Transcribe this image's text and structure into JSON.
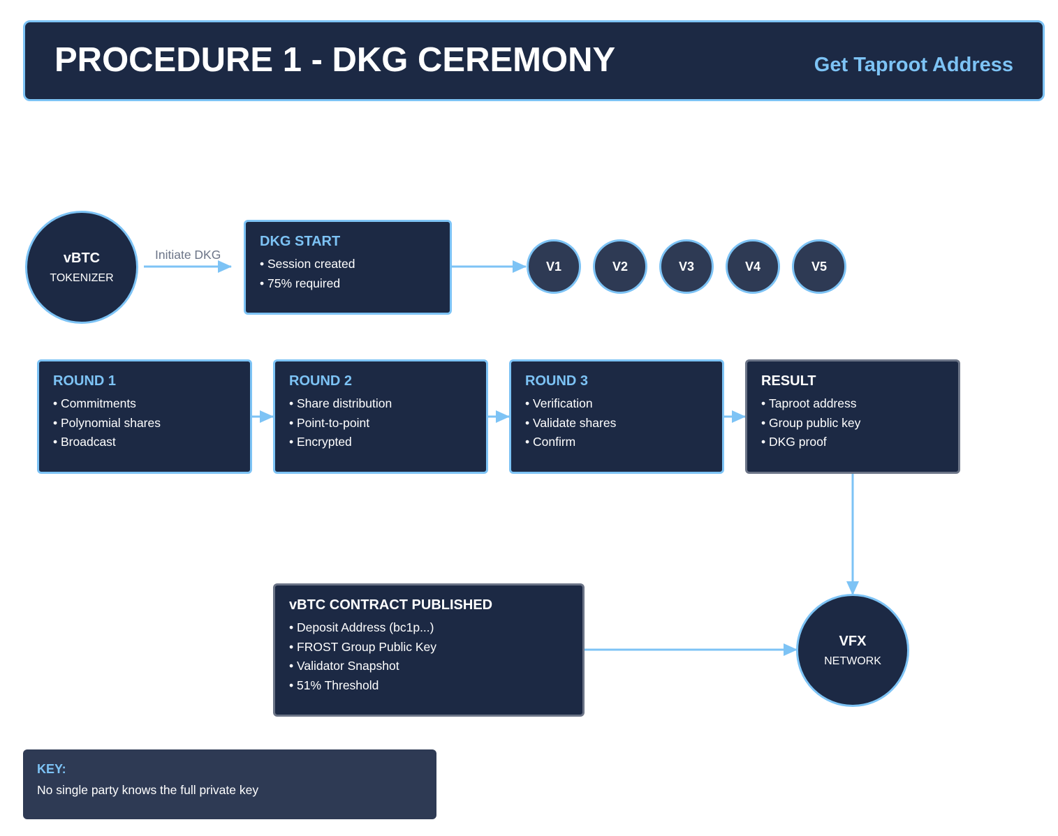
{
  "header": {
    "title": "PROCEDURE 1 - DKG CEREMONY",
    "subtitle": "Get Taproot Address"
  },
  "nodes": {
    "tokenizer": {
      "title": "vBTC",
      "subtitle": "TOKENIZER"
    },
    "network": {
      "title": "VFX",
      "subtitle": "NETWORK"
    },
    "validators": [
      "V1",
      "V2",
      "V3",
      "V4",
      "V5"
    ]
  },
  "edges": {
    "initiate_label": "Initiate DKG"
  },
  "boxes": {
    "dkg_start": {
      "title": "DKG START",
      "items": [
        "Session created",
        "75% required"
      ]
    },
    "round1": {
      "title": "ROUND 1",
      "items": [
        "Commitments",
        "Polynomial shares",
        "Broadcast"
      ]
    },
    "round2": {
      "title": "ROUND 2",
      "items": [
        "Share distribution",
        "Point-to-point",
        "Encrypted"
      ]
    },
    "round3": {
      "title": "ROUND 3",
      "items": [
        "Verification",
        "Validate shares",
        "Confirm"
      ]
    },
    "result": {
      "title": "RESULT",
      "items": [
        "Taproot address",
        "Group public key",
        "DKG proof"
      ]
    },
    "contract": {
      "title": "vBTC CONTRACT PUBLISHED",
      "items": [
        "Deposit Address (bc1p...)",
        "FROST Group Public Key",
        "Validator Snapshot",
        "51% Threshold"
      ]
    }
  },
  "key": {
    "title": "KEY:",
    "text": "No single party knows the full private key"
  },
  "colors": {
    "accent": "#7dc3f5",
    "box_fill": "#1c2944",
    "validator_fill": "#2e3a54",
    "muted_border": "#6b7487",
    "label_grey": "#6b7487"
  }
}
